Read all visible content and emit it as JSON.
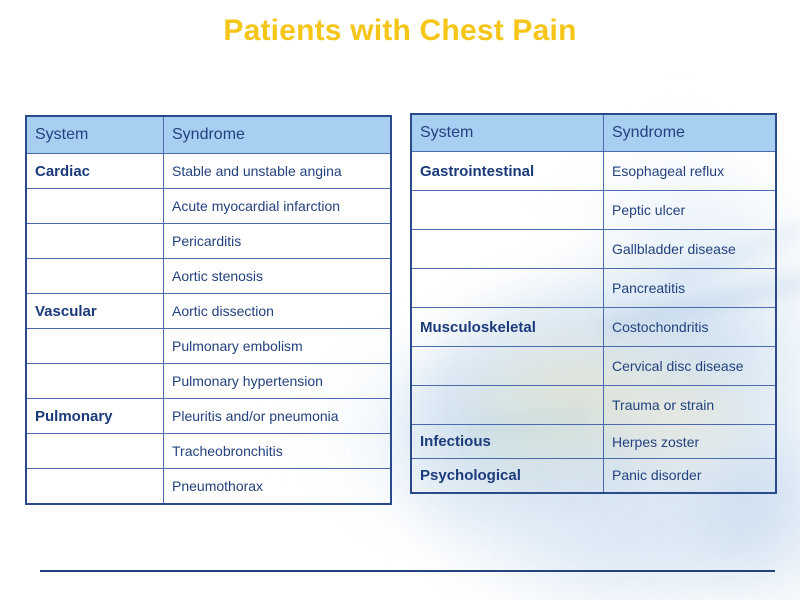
{
  "slide": {
    "title": "Patients with Chest Pain",
    "title_color": "#F5C518",
    "header_bg_color": "#A6CFF2",
    "border_color": "#2B4A8B",
    "grid_color": "#4B6BAE",
    "text_color": "#23427E",
    "background": "white with faint blurred surgical-scene photograph watermark in lower-right"
  },
  "tables": [
    {
      "id": "left",
      "columns": [
        "System",
        "Syndrome"
      ],
      "rows": [
        {
          "system": "Cardiac",
          "syndrome": "Stable and unstable angina"
        },
        {
          "system": "",
          "syndrome": "Acute myocardial infarction"
        },
        {
          "system": "",
          "syndrome": "Pericarditis"
        },
        {
          "system": "",
          "syndrome": "Aortic stenosis"
        },
        {
          "system": "Vascular",
          "syndrome": "Aortic dissection"
        },
        {
          "system": "",
          "syndrome": "Pulmonary embolism"
        },
        {
          "system": "",
          "syndrome": "Pulmonary hypertension"
        },
        {
          "system": "Pulmonary",
          "syndrome": "Pleuritis and/or pneumonia"
        },
        {
          "system": "",
          "syndrome": "Tracheobronchitis"
        },
        {
          "system": "",
          "syndrome": "Pneumothorax"
        }
      ]
    },
    {
      "id": "right",
      "columns": [
        "System",
        "Syndrome"
      ],
      "rows": [
        {
          "system": "Gastrointestinal",
          "syndrome": "Esophageal reflux"
        },
        {
          "system": "",
          "syndrome": "Peptic ulcer"
        },
        {
          "system": "",
          "syndrome": "Gallbladder disease"
        },
        {
          "system": "",
          "syndrome": "Pancreatitis"
        },
        {
          "system": "Musculoskeletal",
          "syndrome": "Costochondritis"
        },
        {
          "system": "",
          "syndrome": "Cervical disc disease"
        },
        {
          "system": "",
          "syndrome": "Trauma or strain"
        },
        {
          "system": "Infectious",
          "syndrome": "Herpes zoster"
        },
        {
          "system": "Psychological",
          "syndrome": "Panic disorder"
        }
      ]
    }
  ]
}
